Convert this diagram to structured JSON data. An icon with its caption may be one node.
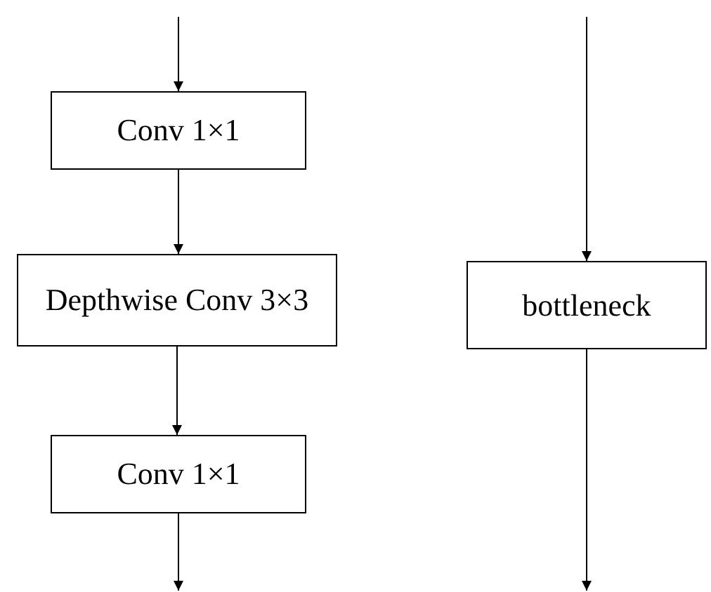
{
  "diagram": {
    "nodes": [
      {
        "text": [
          "Conv 1×1"
        ]
      },
      {
        "text": [
          "Depthwise Conv 3×3"
        ]
      },
      {
        "text": [
          "Conv 1×1"
        ]
      },
      {
        "text": [
          "bottleneck"
        ]
      }
    ],
    "edges": [
      {
        "from": null,
        "to": 0,
        "arrow": "to"
      },
      {
        "from": 0,
        "to": 1,
        "arrow": "to"
      },
      {
        "from": 1,
        "to": 2,
        "arrow": "to"
      },
      {
        "from": 2,
        "to": null,
        "arrow": "to"
      },
      {
        "from": null,
        "to": 3,
        "arrow": "to"
      },
      {
        "from": 3,
        "to": null,
        "arrow": "to"
      }
    ]
  }
}
